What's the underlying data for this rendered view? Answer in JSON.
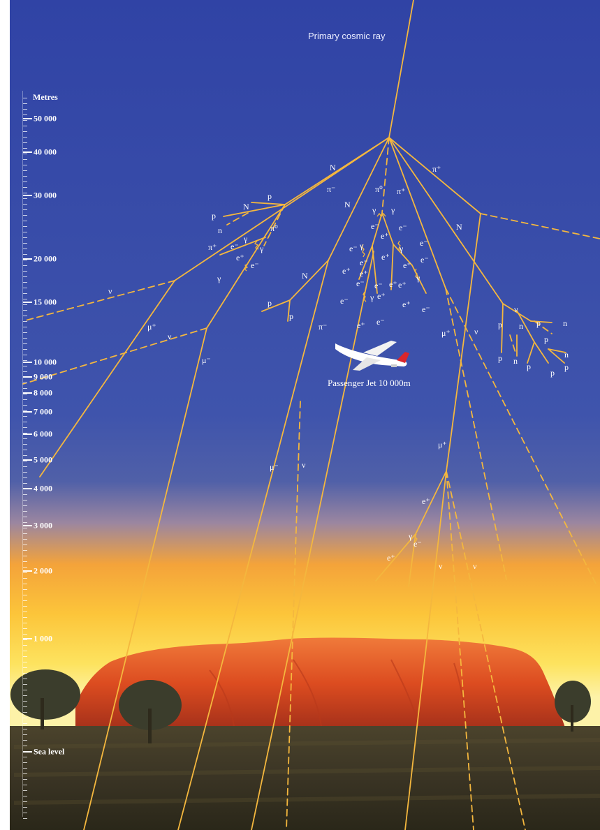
{
  "title": "Primary cosmic ray",
  "plane_caption": "Passenger Jet 10 000m",
  "scale": {
    "title": "Metres",
    "labels": [
      {
        "text": "50 000"
      },
      {
        "text": "40 000"
      },
      {
        "text": "30 000"
      },
      {
        "text": "20 000"
      },
      {
        "text": "15 000"
      },
      {
        "text": "10 000"
      },
      {
        "text": "9 000"
      },
      {
        "text": "8 000"
      },
      {
        "text": "7 000"
      },
      {
        "text": "6 000"
      },
      {
        "text": "5 000"
      },
      {
        "text": "4 000"
      },
      {
        "text": "3 000"
      },
      {
        "text": "2 000"
      },
      {
        "text": "1 000"
      },
      {
        "text": "Sea level"
      }
    ]
  },
  "particle_labels": [
    "N",
    "π⁻",
    "N",
    "π⁰",
    "π⁺",
    "π⁺",
    "N",
    "γ",
    "γ",
    "e⁻",
    "e⁻",
    "e⁺",
    "e⁻",
    "γ",
    "γ",
    "e⁺",
    "e⁻",
    "e⁺",
    "e⁻",
    "e⁺",
    "e⁻",
    "e⁺",
    "γ",
    "e⁻",
    "e⁺",
    "e⁻",
    "e⁺",
    "e⁺",
    "e⁻",
    "e⁺",
    "γ",
    "e⁻",
    "e⁺",
    "e⁻",
    "p",
    "p",
    "N",
    "n",
    "π⁰",
    "π⁺",
    "e⁻",
    "γ",
    "γ",
    "e⁺",
    "e⁻",
    "γ",
    "ν",
    "μ⁺",
    "ν",
    "μ⁻",
    "N",
    "p",
    "p",
    "π⁻",
    "ν",
    "μ⁺",
    "ν",
    "n",
    "p",
    "p",
    "n",
    "p",
    "n",
    "p",
    "p",
    "n",
    "p",
    "p",
    "μ⁻",
    "ν",
    "μ⁺",
    "e⁺",
    "γ",
    "e⁺",
    "e⁻",
    "ν",
    "ν"
  ],
  "colors": {
    "track": "#f4b73e",
    "sky_top": "#3346a6",
    "sky_mid": "#3f53ab",
    "horizon_orange": "#f7b12a",
    "horizon_yellow": "#fddd62",
    "rock": "#d2421c",
    "rock_light": "#ea6332",
    "ground": "#3a3524",
    "label": "#ffffff"
  },
  "icons": {
    "plane": "passenger-jet-icon",
    "rock": "uluru-rock-icon",
    "trees": "tree-icon"
  }
}
